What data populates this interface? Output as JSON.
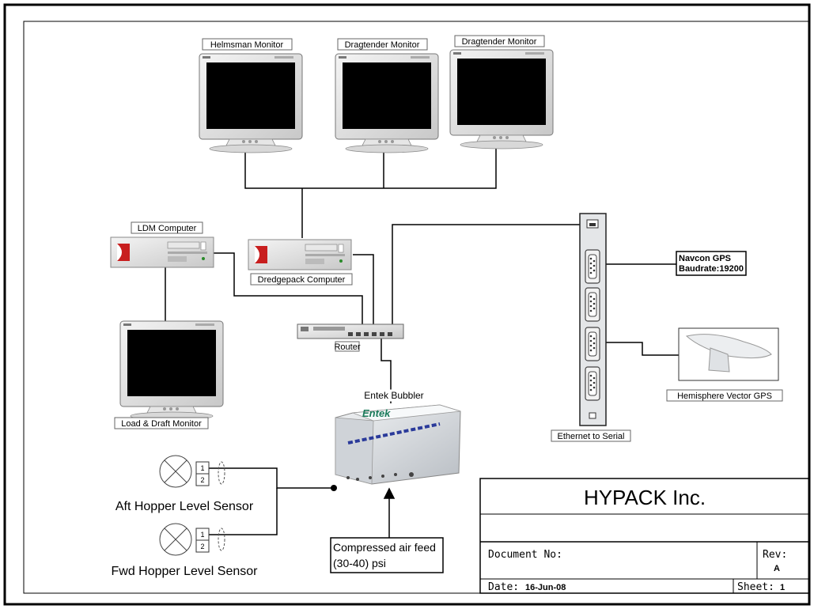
{
  "labels": {
    "helmsman_monitor": "Helmsman Monitor",
    "dragtender_monitor_1": "Dragtender Monitor",
    "dragtender_monitor_2": "Dragtender Monitor",
    "ldm_computer": "LDM Computer",
    "dredgepack_computer": "Dredgepack Computer",
    "load_draft_monitor": "Load & Draft Monitor",
    "router": "Router",
    "entek_bubbler": "Entek Bubbler",
    "entek_brand": "Entek",
    "ethernet_to_serial": "Ethernet to Serial",
    "navcon_gps_line1": "Navcon GPS",
    "navcon_gps_line2": "Baudrate:19200",
    "hemisphere_gps": "Hemisphere Vector GPS",
    "aft_sensor": "Aft Hopper Level Sensor",
    "fwd_sensor": "Fwd Hopper Level Sensor",
    "sensor_pin_1": "1",
    "sensor_pin_2": "2",
    "air_feed_line1": "Compressed air feed",
    "air_feed_line2": "(30-40) psi"
  },
  "title_block": {
    "company": "HYPACK Inc.",
    "document_no_label": "Document No:",
    "rev_label": "Rev:",
    "rev_value": "A",
    "date_label": "Date:",
    "date_value": "16-Jun-08",
    "sheet_label": "Sheet:",
    "sheet_value": "1"
  }
}
